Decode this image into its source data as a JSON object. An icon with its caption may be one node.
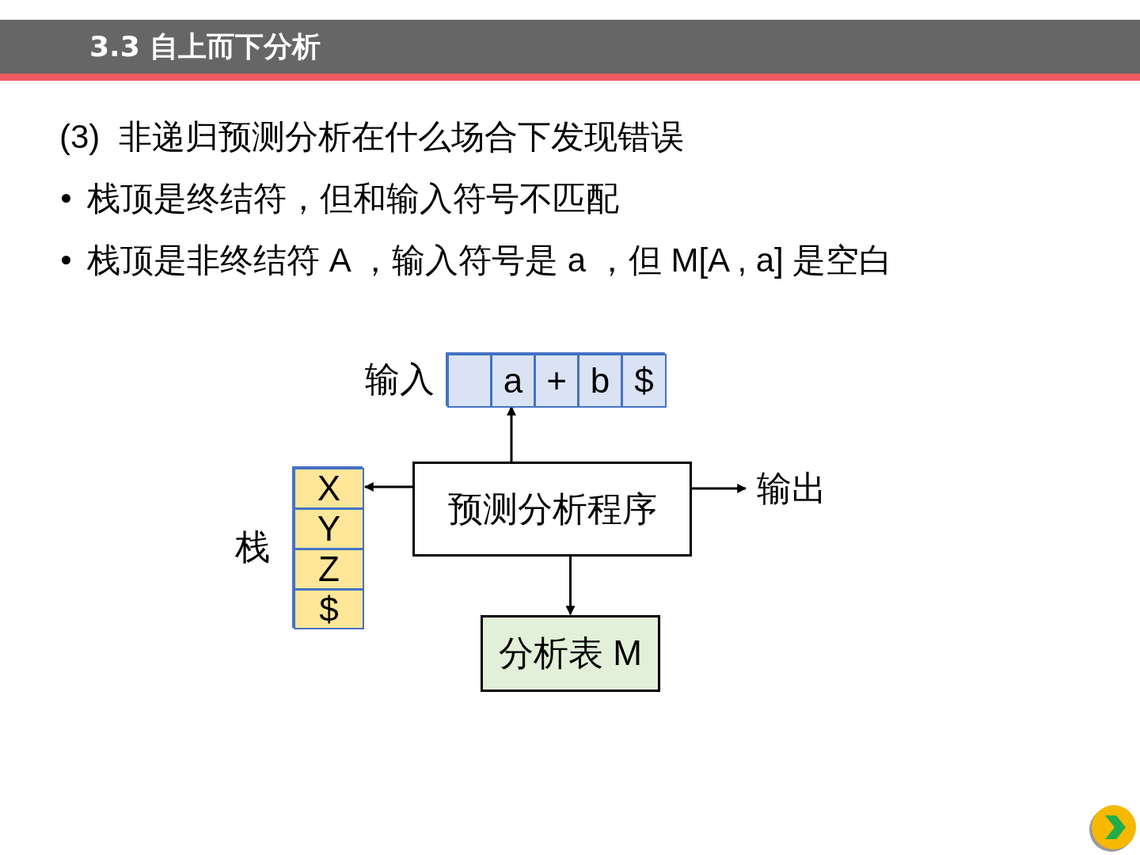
{
  "diagram": {
    "title": "3.3 自上而下分析",
    "nodes": [
      {
        "text": [],
        "shape": "box",
        "beside": [
          "输入"
        ]
      },
      {
        "text": [],
        "shape": "box",
        "in": 0
      },
      {
        "text": [
          "a"
        ],
        "in": 0
      },
      {
        "text": [
          "+"
        ],
        "in": 0
      },
      {
        "text": [
          "b"
        ],
        "in": 0
      },
      {
        "text": [
          "$"
        ],
        "in": 0
      },
      {
        "text": [],
        "shape": "box",
        "beside": [
          "栈"
        ]
      },
      {
        "text": [
          "X"
        ],
        "in": 6
      },
      {
        "text": [
          "Y"
        ],
        "in": 6
      },
      {
        "text": [
          "Z"
        ],
        "in": 6
      },
      {
        "text": [
          "$"
        ],
        "in": 6
      },
      {
        "text": [
          "预测分析程序"
        ]
      },
      {
        "text": [
          "输出"
        ]
      },
      {
        "text": [
          "分析表 M"
        ]
      }
    ],
    "edges": [
      {
        "from": 11,
        "to": 2,
        "arrow": "to"
      },
      {
        "from": 11,
        "to": 7,
        "arrow": "to"
      },
      {
        "from": 11,
        "to": 12,
        "arrow": "to"
      },
      {
        "from": 11,
        "to": 13,
        "arrow": "to"
      }
    ],
    "labels": [
      "(3)  非递归预测分析在什么场合下发现错误",
      "栈顶是终结符，但和输入符号不匹配",
      "栈顶是非终结符 A ，输入符号是 a ，但 M[A , a] 是空白"
    ]
  }
}
